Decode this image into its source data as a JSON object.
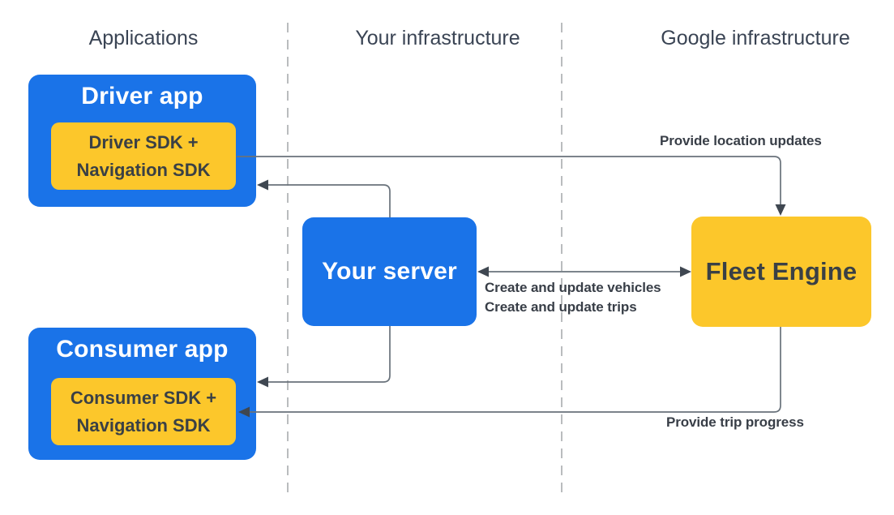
{
  "columns": [
    {
      "label": "Applications"
    },
    {
      "label": "Your infrastructure"
    },
    {
      "label": "Google infrastructure"
    }
  ],
  "nodes": {
    "driver_app": {
      "title": "Driver app"
    },
    "driver_sdk": {
      "line1": "Driver SDK +",
      "line2": "Navigation SDK"
    },
    "your_server": {
      "title": "Your server"
    },
    "fleet_engine": {
      "title": "Fleet Engine"
    },
    "consumer_app": {
      "title": "Consumer app"
    },
    "consumer_sdk": {
      "line1": "Consumer SDK +",
      "line2": "Navigation SDK"
    }
  },
  "edges": {
    "location_updates": {
      "label": "Provide location updates"
    },
    "vehicles_trips": {
      "line1": "Create and update vehicles",
      "line2": "Create and update trips"
    },
    "trip_progress": {
      "label": "Provide trip progress"
    }
  },
  "colors": {
    "app_blue": "#1A73E8",
    "sdk_yellow": "#FCC72B",
    "heading_text": "#3A4454",
    "label_text": "#383E47",
    "connector_line": "#69727B",
    "arrowhead": "#3F4751",
    "divider_dash": "#A8ABAE",
    "background": "#FFFFFF"
  }
}
